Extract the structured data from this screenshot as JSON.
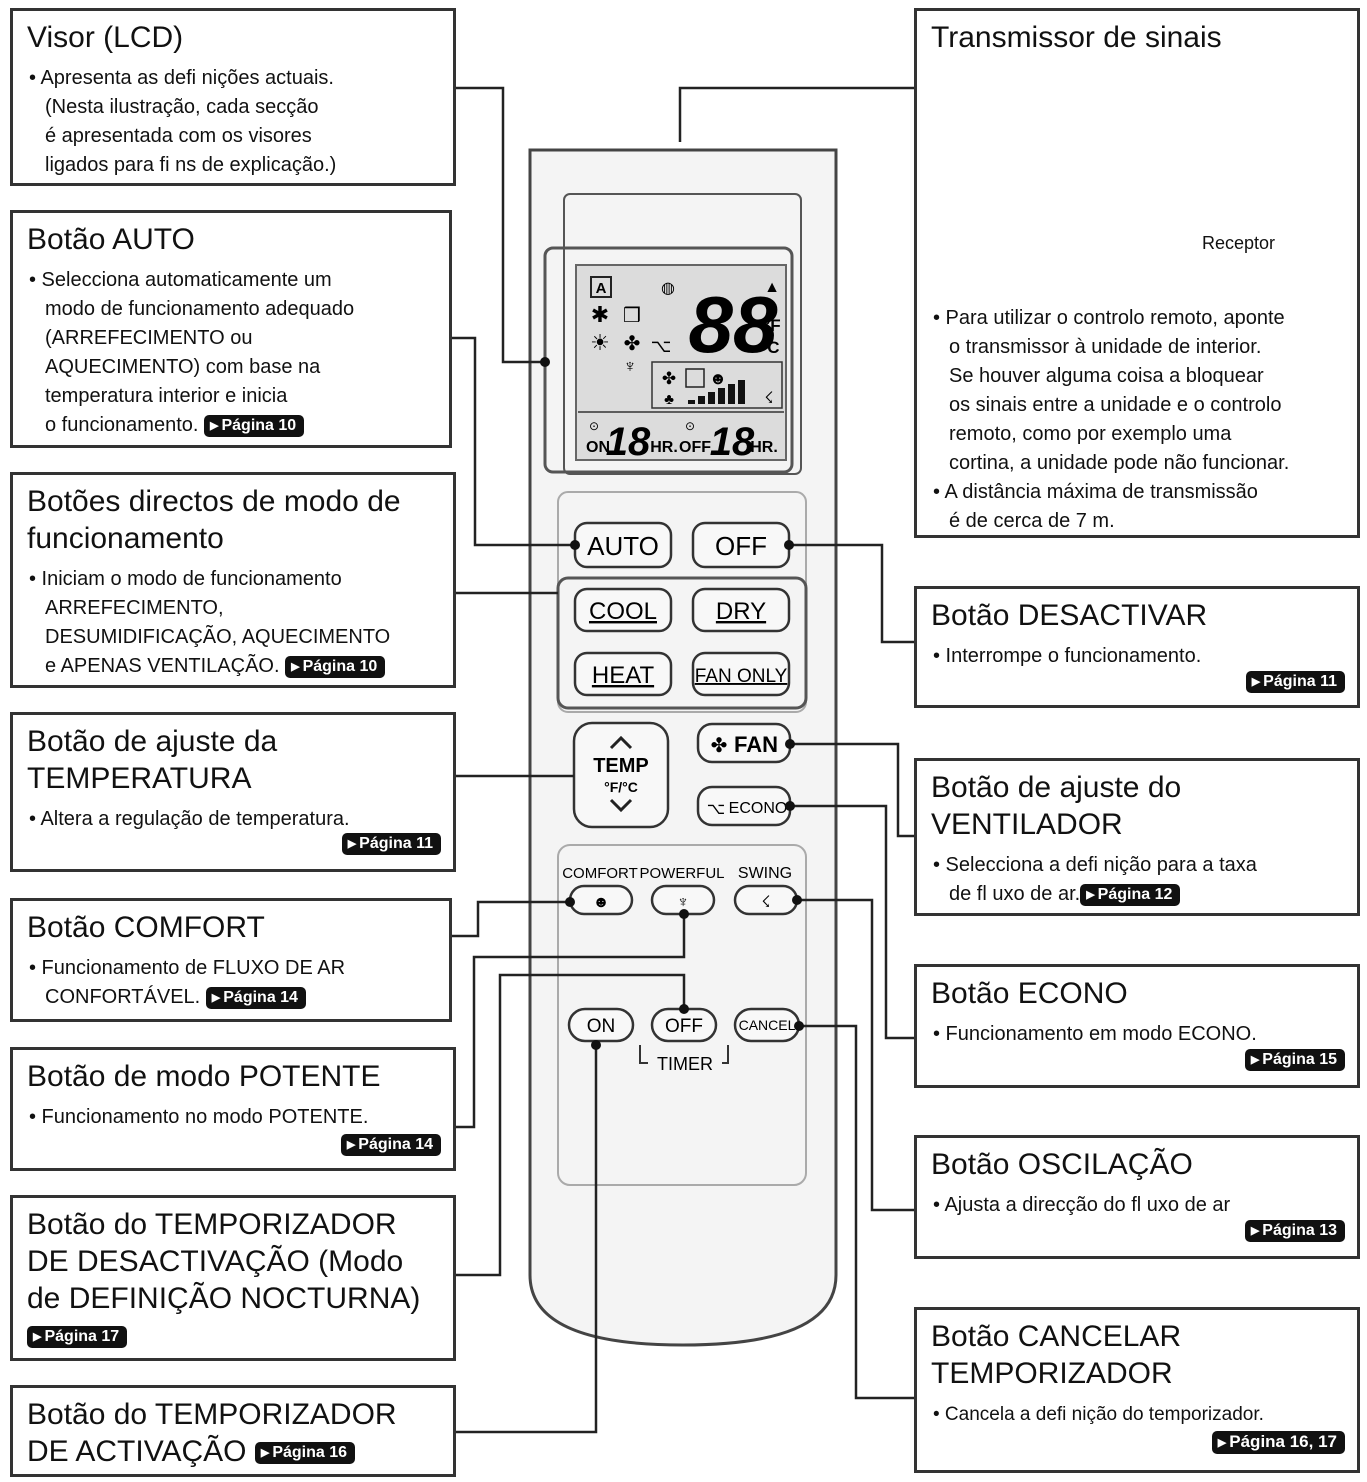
{
  "left": [
    {
      "id": "visor",
      "title": "Visor (LCD)",
      "lines": [
        "• Apresenta as defi nições actuais.",
        "(Nesta ilustração, cada secção",
        "é apresentada com os visores",
        "ligados para fi ns de explicação.)"
      ],
      "page": ""
    },
    {
      "id": "auto",
      "title": "Botão AUTO",
      "lines": [
        "• Selecciona automaticamente um",
        "modo de funcionamento adequado",
        "(ARREFECIMENTO ou",
        "AQUECIMENTO) com base na",
        "temperatura interior e inicia",
        "o funcionamento."
      ],
      "page": "Página 10"
    },
    {
      "id": "directos",
      "title": "Botões directos de modo de funcionamento",
      "lines": [
        "• Iniciam o modo de funcionamento",
        "ARREFECIMENTO,",
        "DESUMIDIFICAÇÃO, AQUECIMENTO",
        "e APENAS VENTILAÇÃO."
      ],
      "page": "Página 10"
    },
    {
      "id": "temp",
      "title": "Botão de ajuste da TEMPERATURA",
      "lines": [
        "• Altera a regulação de temperatura."
      ],
      "page": "Página 11"
    },
    {
      "id": "comfort",
      "title": "Botão COMFORT",
      "lines": [
        "• Funcionamento de FLUXO DE AR",
        "CONFORTÁVEL."
      ],
      "page": "Página 14"
    },
    {
      "id": "potente",
      "title": "Botão de modo POTENTE",
      "lines": [
        "• Funcionamento no modo POTENTE."
      ],
      "page": "Página 14"
    },
    {
      "id": "tdesact",
      "title": "Botão do TEMPORIZADOR DE DESACTIVAÇÃO (Modo de DEFINIÇÃO NOCTURNA)",
      "lines": [],
      "page": "Página 17"
    },
    {
      "id": "tact",
      "title": "Botão do TEMPORIZADOR DE ACTIVAÇÃO",
      "lines": [],
      "page": "Página 16"
    }
  ],
  "right": [
    {
      "id": "transmissor",
      "title": "Transmissor de sinais",
      "receptor": "Receptor",
      "lines": [
        "• Para utilizar o controlo remoto, aponte",
        "o transmissor à unidade de interior.",
        "Se houver alguma coisa a bloquear",
        "os sinais entre a unidade e o controlo",
        "remoto, como por exemplo uma",
        "cortina, a unidade pode não funcionar.",
        "• A distância máxima de transmissão",
        "é de cerca de 7 m."
      ],
      "page": ""
    },
    {
      "id": "desactivar",
      "title": "Botão DESACTIVAR",
      "lines": [
        "• Interrompe o funcionamento."
      ],
      "page": "Página 11"
    },
    {
      "id": "ventilador",
      "title": "Botão de ajuste do VENTILADOR",
      "lines": [
        "• Selecciona a defi nição para a taxa",
        "de fl uxo de ar."
      ],
      "page": "Página 12"
    },
    {
      "id": "econo",
      "title": "Botão ECONO",
      "lines": [
        "• Funcionamento em modo ECONO."
      ],
      "page": "Página 15"
    },
    {
      "id": "oscilacao",
      "title": "Botão OSCILAÇÃO",
      "lines": [
        "• Ajusta a direcção do fl uxo de ar"
      ],
      "page": "Página 13"
    },
    {
      "id": "cancelar",
      "title": "Botão CANCELAR TEMPORIZADOR",
      "lines": [
        "• Cancela a defi nição do temporizador."
      ],
      "page": "Página 16, 17"
    }
  ],
  "remote": {
    "lcd": {
      "big_digits": "88",
      "deg_f": "°F",
      "deg_c": "°C",
      "timer_digits": "18",
      "on": "ON",
      "hr": "HR.",
      "off": "OFF",
      "auto_icon": "A"
    },
    "buttons": {
      "auto": "AUTO",
      "off": "OFF",
      "cool": "COOL",
      "dry": "DRY",
      "heat": "HEAT",
      "fan_only": "FAN ONLY",
      "temp": "TEMP",
      "temp_unit": "°F/°C",
      "fan": "FAN",
      "econo": "ECONO",
      "comfort": "COMFORT",
      "powerful": "POWERFUL",
      "swing": "SWING",
      "on": "ON",
      "timer_off": "OFF",
      "cancel": "CANCEL",
      "timer": "TIMER"
    }
  }
}
